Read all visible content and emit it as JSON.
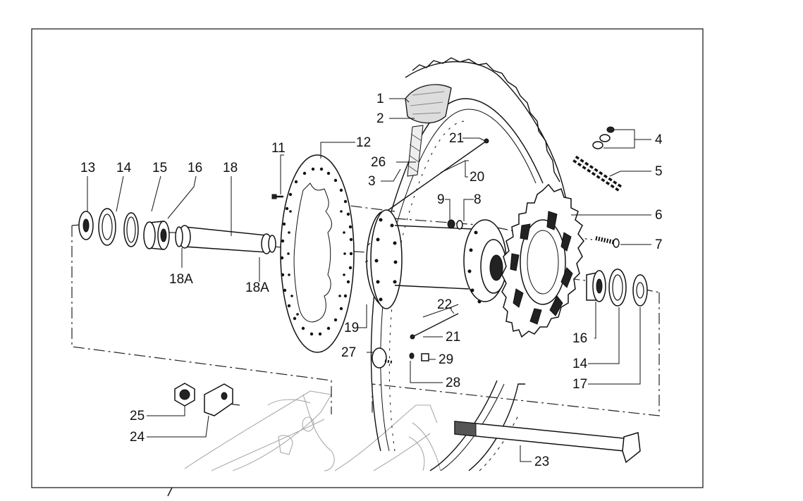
{
  "diagram": {
    "part_labels": [
      "1",
      "2",
      "3",
      "4",
      "5",
      "6",
      "7",
      "8",
      "9",
      "11",
      "12",
      "13",
      "14",
      "15",
      "16",
      "18",
      "18A",
      "18A",
      "19",
      "20",
      "21",
      "21",
      "22",
      "26",
      "16",
      "14",
      "17",
      "27",
      "28",
      "29",
      "23",
      "25",
      "24"
    ]
  }
}
